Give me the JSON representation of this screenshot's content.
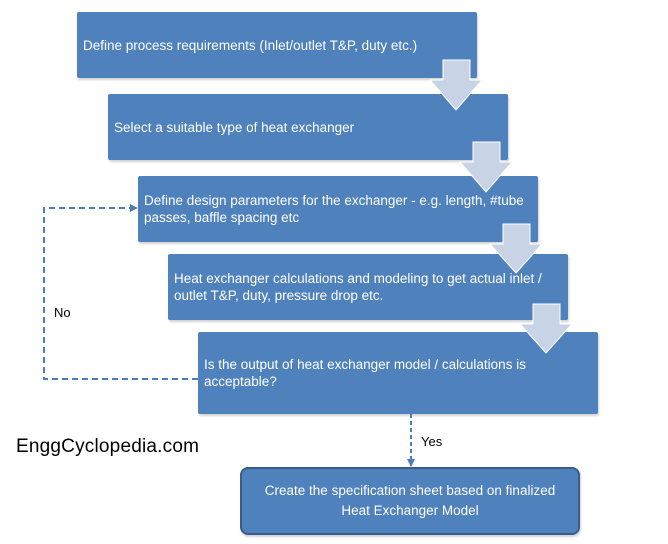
{
  "steps": [
    "Define process requirements (Inlet/outlet T&P, duty etc.)",
    "Select a suitable type of heat exchanger",
    "Define design parameters for the exchanger - e.g. length, #tube passes, baffle spacing etc",
    "Heat exchanger calculations and modeling to get actual inlet / outlet T&P, duty, pressure drop etc.",
    "Is the output of heat exchanger model / calculations is acceptable?",
    "Create the specification sheet based on finalized Heat Exchanger Model"
  ],
  "labels": {
    "no": "No",
    "yes": "Yes"
  },
  "brand": "EnggCyclopedia.com",
  "colors": {
    "box_fill": "#4f81bd",
    "box_border": "#385d8a",
    "arrow_fill": "#c9d3e6",
    "dashed_line": "#4a7ebb",
    "text_light": "#ffffff"
  }
}
